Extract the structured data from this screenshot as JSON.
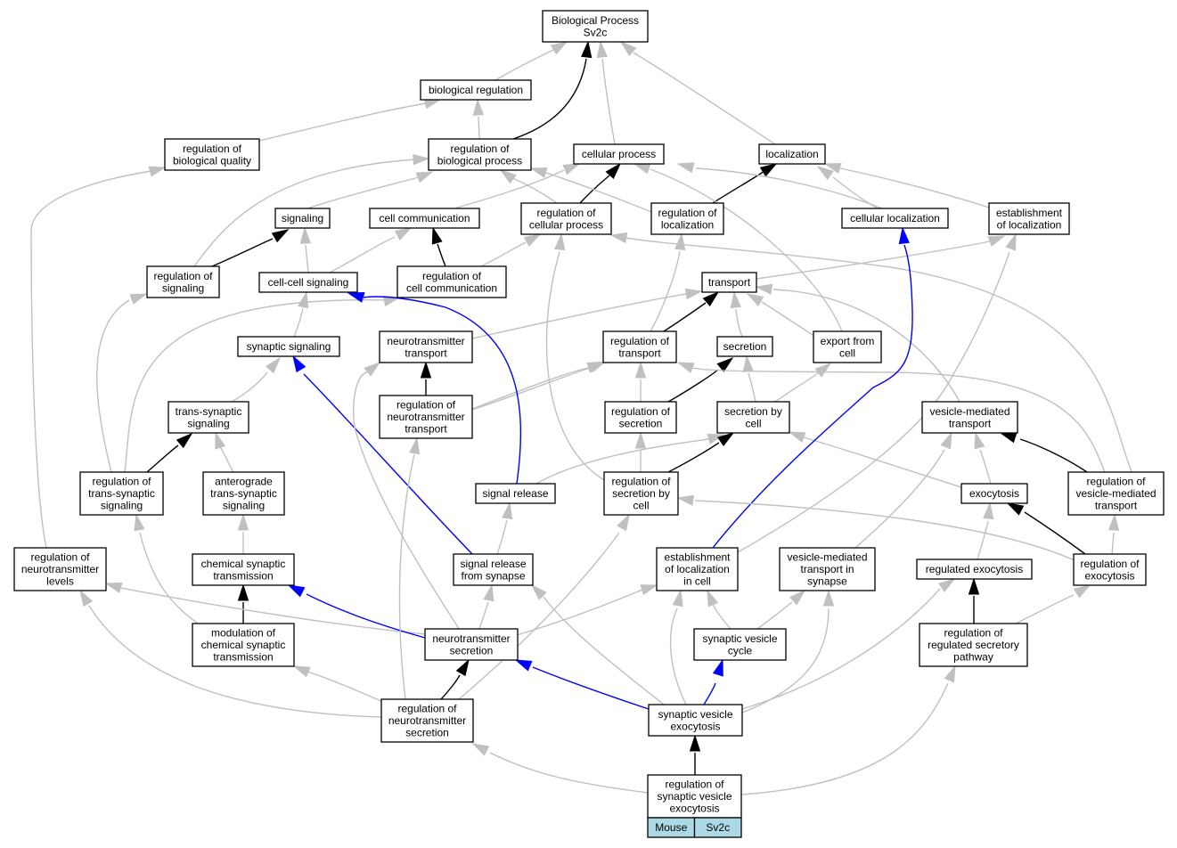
{
  "nodes": [
    {
      "id": "bp",
      "lines": [
        "Biological Process",
        "Sv2c"
      ]
    },
    {
      "id": "breg",
      "lines": [
        "biological regulation"
      ]
    },
    {
      "id": "rbq",
      "lines": [
        "regulation of",
        "biological quality"
      ]
    },
    {
      "id": "rbp",
      "lines": [
        "regulation of",
        "biological process"
      ]
    },
    {
      "id": "cp",
      "lines": [
        "cellular process"
      ]
    },
    {
      "id": "loc",
      "lines": [
        "localization"
      ]
    },
    {
      "id": "sig",
      "lines": [
        "signaling"
      ]
    },
    {
      "id": "cc",
      "lines": [
        "cell communication"
      ]
    },
    {
      "id": "rcp",
      "lines": [
        "regulation of",
        "cellular process"
      ]
    },
    {
      "id": "rloc",
      "lines": [
        "regulation of",
        "localization"
      ]
    },
    {
      "id": "cloc",
      "lines": [
        "cellular localization"
      ]
    },
    {
      "id": "eloc",
      "lines": [
        "establishment",
        "of localization"
      ]
    },
    {
      "id": "rsig",
      "lines": [
        "regulation of",
        "signaling"
      ]
    },
    {
      "id": "ccs",
      "lines": [
        "cell-cell signaling"
      ]
    },
    {
      "id": "rcc",
      "lines": [
        "regulation of",
        "cell communication"
      ]
    },
    {
      "id": "trn",
      "lines": [
        "transport"
      ]
    },
    {
      "id": "ss",
      "lines": [
        "synaptic signaling"
      ]
    },
    {
      "id": "ntt",
      "lines": [
        "neurotransmitter",
        "transport"
      ]
    },
    {
      "id": "rtrn",
      "lines": [
        "regulation of",
        "transport"
      ]
    },
    {
      "id": "sec",
      "lines": [
        "secretion"
      ]
    },
    {
      "id": "efc",
      "lines": [
        "export from",
        "cell"
      ]
    },
    {
      "id": "tss",
      "lines": [
        "trans-synaptic",
        "signaling"
      ]
    },
    {
      "id": "rntt",
      "lines": [
        "regulation of",
        "neurotransmitter",
        "transport"
      ]
    },
    {
      "id": "rsec",
      "lines": [
        "regulation of",
        "secretion"
      ]
    },
    {
      "id": "sbc",
      "lines": [
        "secretion by",
        "cell"
      ]
    },
    {
      "id": "vmt",
      "lines": [
        "vesicle-mediated",
        "transport"
      ]
    },
    {
      "id": "rtss",
      "lines": [
        "regulation of",
        "trans-synaptic",
        "signaling"
      ]
    },
    {
      "id": "ats",
      "lines": [
        "anterograde",
        "trans-synaptic",
        "signaling"
      ]
    },
    {
      "id": "srel",
      "lines": [
        "signal release"
      ]
    },
    {
      "id": "rsbc",
      "lines": [
        "regulation of",
        "secretion by",
        "cell"
      ]
    },
    {
      "id": "exo",
      "lines": [
        "exocytosis"
      ]
    },
    {
      "id": "rvmt",
      "lines": [
        "regulation of",
        "vesicle-mediated",
        "transport"
      ]
    },
    {
      "id": "rntl",
      "lines": [
        "regulation of",
        "neurotransmitter",
        "levels"
      ]
    },
    {
      "id": "cst",
      "lines": [
        "chemical synaptic",
        "transmission"
      ]
    },
    {
      "id": "srfs",
      "lines": [
        "signal release",
        "from synapse"
      ]
    },
    {
      "id": "elic",
      "lines": [
        "establishment",
        "of localization",
        "in cell"
      ]
    },
    {
      "id": "vmtis",
      "lines": [
        "vesicle-mediated",
        "transport in",
        "synapse"
      ]
    },
    {
      "id": "rexo",
      "lines": [
        "regulated exocytosis"
      ]
    },
    {
      "id": "regexo",
      "lines": [
        "regulation of",
        "exocytosis"
      ]
    },
    {
      "id": "mcst",
      "lines": [
        "modulation of",
        "chemical synaptic",
        "transmission"
      ]
    },
    {
      "id": "nts",
      "lines": [
        "neurotransmitter",
        "secretion"
      ]
    },
    {
      "id": "svc",
      "lines": [
        "synaptic vesicle",
        "cycle"
      ]
    },
    {
      "id": "rrsp",
      "lines": [
        "regulation of",
        "regulated secretory",
        "pathway"
      ]
    },
    {
      "id": "rnts",
      "lines": [
        "regulation of",
        "neurotransmitter",
        "secretion"
      ]
    },
    {
      "id": "sve",
      "lines": [
        "synaptic vesicle",
        "exocytosis"
      ]
    },
    {
      "id": "rsve",
      "lines": [
        "regulation of",
        "synaptic vesicle",
        "exocytosis"
      ]
    }
  ],
  "species": [
    "Mouse",
    "Sv2c"
  ],
  "colors": {
    "is_a": "#c0c0c0",
    "part_of": "#000000",
    "regulates": "#0000ff",
    "species_fill": "#add8e6"
  },
  "edges": [
    {
      "from": "breg",
      "to": "bp",
      "type": "is_a"
    },
    {
      "from": "rbp",
      "to": "bp",
      "type": "part_of"
    },
    {
      "from": "cp",
      "to": "bp",
      "type": "is_a"
    },
    {
      "from": "loc",
      "to": "bp",
      "type": "is_a"
    },
    {
      "from": "rbq",
      "to": "breg",
      "type": "is_a"
    },
    {
      "from": "rbp",
      "to": "breg",
      "type": "is_a"
    },
    {
      "from": "sig",
      "to": "rbp",
      "type": "is_a"
    },
    {
      "from": "cc",
      "to": "cp",
      "type": "is_a"
    },
    {
      "from": "rcp",
      "to": "rbp",
      "type": "is_a"
    },
    {
      "from": "rcp",
      "to": "cp",
      "type": "part_of"
    },
    {
      "from": "rloc",
      "to": "rbp",
      "type": "is_a"
    },
    {
      "from": "rloc",
      "to": "loc",
      "type": "part_of"
    },
    {
      "from": "cloc",
      "to": "cp",
      "type": "is_a"
    },
    {
      "from": "cloc",
      "to": "loc",
      "type": "is_a"
    },
    {
      "from": "eloc",
      "to": "loc",
      "type": "is_a"
    },
    {
      "from": "rsig",
      "to": "rbp",
      "type": "is_a"
    },
    {
      "from": "rsig",
      "to": "sig",
      "type": "part_of"
    },
    {
      "from": "ccs",
      "to": "sig",
      "type": "is_a"
    },
    {
      "from": "ccs",
      "to": "cc",
      "type": "is_a"
    },
    {
      "from": "rcc",
      "to": "cc",
      "type": "part_of"
    },
    {
      "from": "rcc",
      "to": "rcp",
      "type": "is_a"
    },
    {
      "from": "trn",
      "to": "eloc",
      "type": "is_a"
    },
    {
      "from": "ss",
      "to": "ccs",
      "type": "is_a"
    },
    {
      "from": "ntt",
      "to": "trn",
      "type": "is_a"
    },
    {
      "from": "ntt",
      "to": "rtrn",
      "type": "is_a"
    },
    {
      "from": "rtrn",
      "to": "rloc",
      "type": "is_a"
    },
    {
      "from": "rtrn",
      "to": "trn",
      "type": "part_of"
    },
    {
      "from": "sec",
      "to": "trn",
      "type": "is_a"
    },
    {
      "from": "efc",
      "to": "trn",
      "type": "is_a"
    },
    {
      "from": "efc",
      "to": "cp",
      "type": "is_a"
    },
    {
      "from": "tss",
      "to": "ss",
      "type": "is_a"
    },
    {
      "from": "rntt",
      "to": "ntt",
      "type": "part_of"
    },
    {
      "from": "rntt",
      "to": "rtrn",
      "type": "is_a"
    },
    {
      "from": "rsec",
      "to": "rtrn",
      "type": "is_a"
    },
    {
      "from": "rsec",
      "to": "sec",
      "type": "part_of"
    },
    {
      "from": "sbc",
      "to": "sec",
      "type": "is_a"
    },
    {
      "from": "sbc",
      "to": "efc",
      "type": "is_a"
    },
    {
      "from": "vmt",
      "to": "trn",
      "type": "is_a"
    },
    {
      "from": "rtss",
      "to": "tss",
      "type": "part_of"
    },
    {
      "from": "rtss",
      "to": "rsig",
      "type": "is_a"
    },
    {
      "from": "rtss",
      "to": "rcc",
      "type": "is_a"
    },
    {
      "from": "ats",
      "to": "tss",
      "type": "is_a"
    },
    {
      "from": "srel",
      "to": "ccs",
      "type": "regulates"
    },
    {
      "from": "srel",
      "to": "sbc",
      "type": "is_a"
    },
    {
      "from": "rsbc",
      "to": "rsec",
      "type": "is_a"
    },
    {
      "from": "rsbc",
      "to": "sbc",
      "type": "part_of"
    },
    {
      "from": "rsbc",
      "to": "rcp",
      "type": "is_a"
    },
    {
      "from": "exo",
      "to": "vmt",
      "type": "is_a"
    },
    {
      "from": "exo",
      "to": "sbc",
      "type": "is_a"
    },
    {
      "from": "rvmt",
      "to": "vmt",
      "type": "part_of"
    },
    {
      "from": "rvmt",
      "to": "rtrn",
      "type": "is_a"
    },
    {
      "from": "rvmt",
      "to": "rcp",
      "type": "is_a"
    },
    {
      "from": "rntl",
      "to": "rbq",
      "type": "is_a"
    },
    {
      "from": "cst",
      "to": "ats",
      "type": "is_a"
    },
    {
      "from": "srfs",
      "to": "srel",
      "type": "is_a"
    },
    {
      "from": "srfs",
      "to": "ss",
      "type": "regulates"
    },
    {
      "from": "elic",
      "to": "cloc",
      "type": "regulates"
    },
    {
      "from": "elic",
      "to": "eloc",
      "type": "is_a"
    },
    {
      "from": "vmtis",
      "to": "vmt",
      "type": "is_a"
    },
    {
      "from": "rexo",
      "to": "exo",
      "type": "is_a"
    },
    {
      "from": "regexo",
      "to": "exo",
      "type": "part_of"
    },
    {
      "from": "regexo",
      "to": "rvmt",
      "type": "is_a"
    },
    {
      "from": "regexo",
      "to": "rsbc",
      "type": "is_a"
    },
    {
      "from": "mcst",
      "to": "cst",
      "type": "part_of"
    },
    {
      "from": "mcst",
      "to": "rtss",
      "type": "is_a"
    },
    {
      "from": "nts",
      "to": "rntl",
      "type": "is_a"
    },
    {
      "from": "nts",
      "to": "cst",
      "type": "regulates"
    },
    {
      "from": "nts",
      "to": "ntt",
      "type": "is_a"
    },
    {
      "from": "nts",
      "to": "srfs",
      "type": "is_a"
    },
    {
      "from": "nts",
      "to": "elic",
      "type": "is_a"
    },
    {
      "from": "svc",
      "to": "elic",
      "type": "is_a"
    },
    {
      "from": "svc",
      "to": "vmtis",
      "type": "is_a"
    },
    {
      "from": "rrsp",
      "to": "rexo",
      "type": "part_of"
    },
    {
      "from": "rrsp",
      "to": "regexo",
      "type": "is_a"
    },
    {
      "from": "rnts",
      "to": "nts",
      "type": "part_of"
    },
    {
      "from": "rnts",
      "to": "mcst",
      "type": "is_a"
    },
    {
      "from": "rnts",
      "to": "rntl",
      "type": "is_a"
    },
    {
      "from": "rnts",
      "to": "rntt",
      "type": "is_a"
    },
    {
      "from": "rnts",
      "to": "rsbc",
      "type": "is_a"
    },
    {
      "from": "sve",
      "to": "nts",
      "type": "regulates"
    },
    {
      "from": "sve",
      "to": "svc",
      "type": "regulates"
    },
    {
      "from": "sve",
      "to": "srfs",
      "type": "is_a"
    },
    {
      "from": "sve",
      "to": "elic",
      "type": "is_a"
    },
    {
      "from": "sve",
      "to": "vmtis",
      "type": "is_a"
    },
    {
      "from": "sve",
      "to": "rexo",
      "type": "is_a"
    },
    {
      "from": "rsve",
      "to": "sve",
      "type": "part_of"
    },
    {
      "from": "rsve",
      "to": "rnts",
      "type": "is_a"
    },
    {
      "from": "rsve",
      "to": "rrsp",
      "type": "is_a"
    }
  ]
}
